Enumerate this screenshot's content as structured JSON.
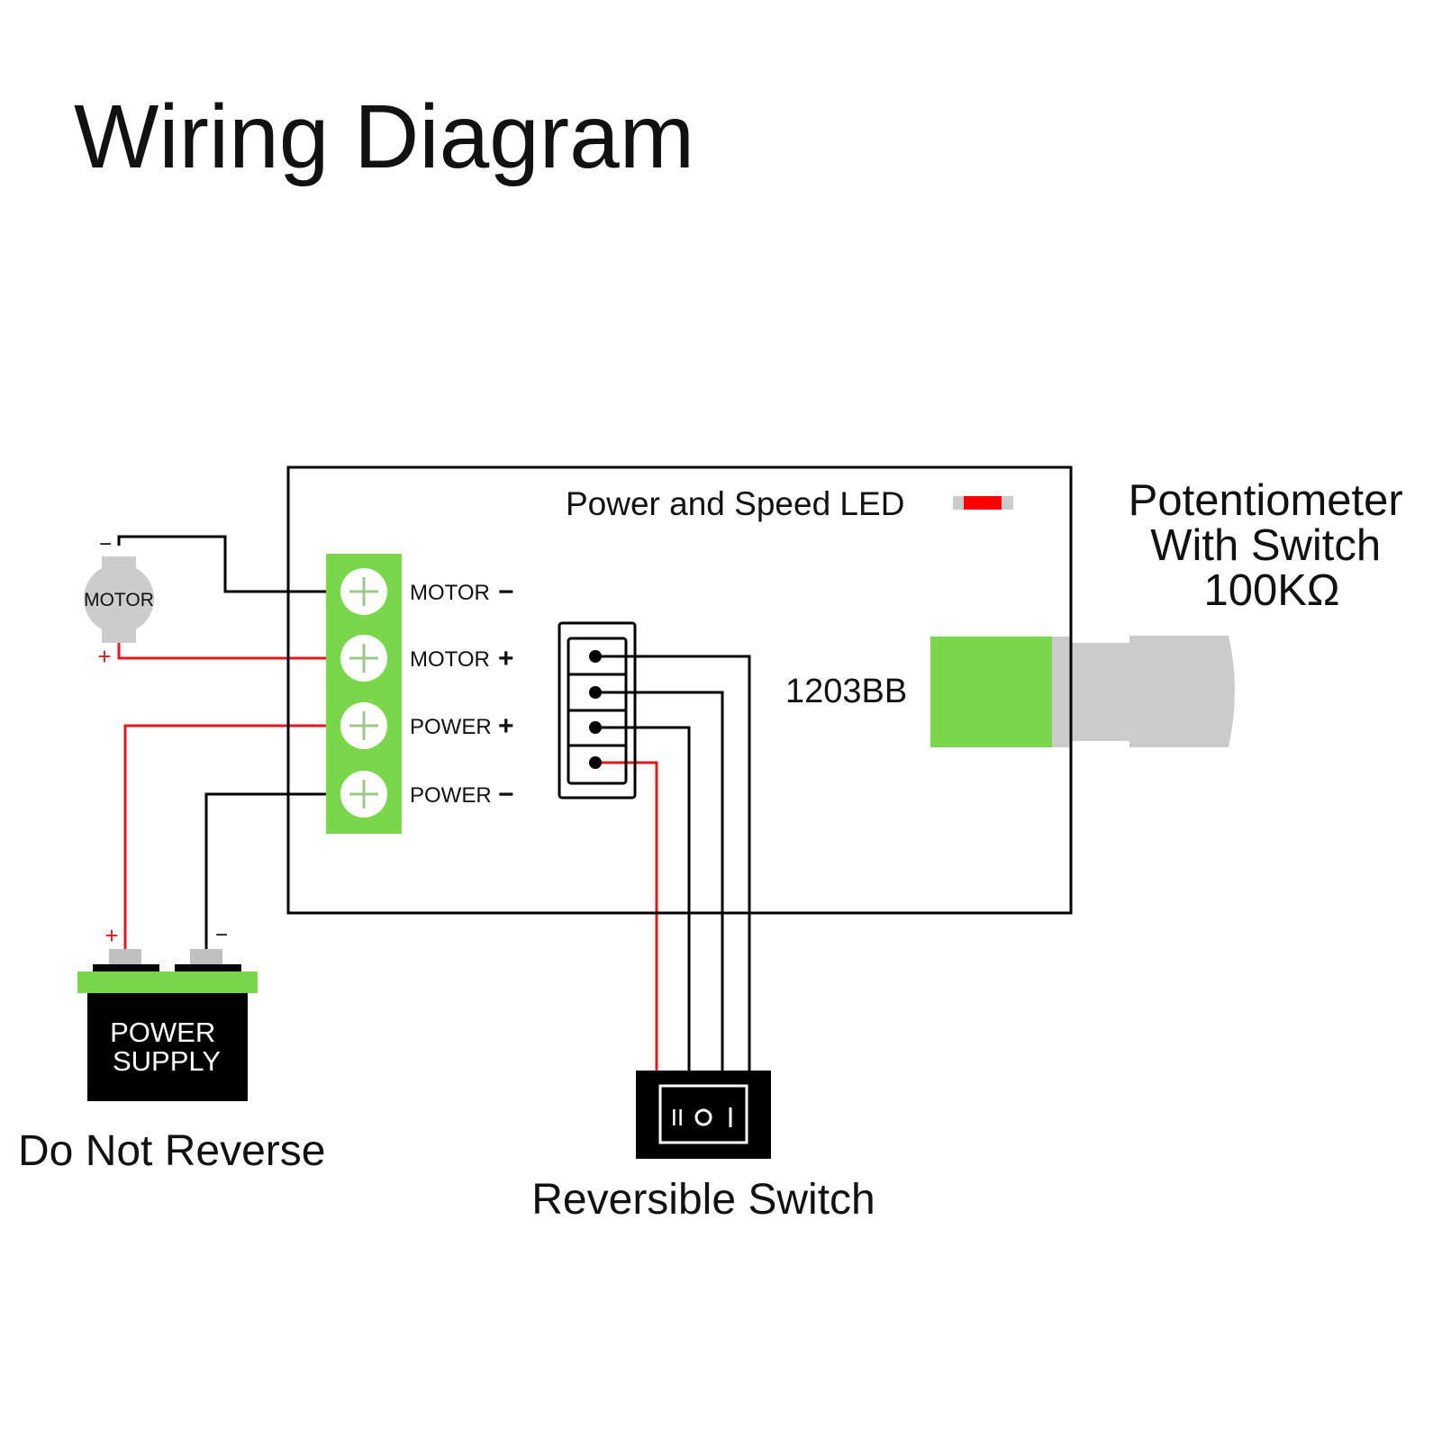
{
  "title": "Wiring Diagram",
  "colors": {
    "green": "#7ad64b",
    "red": "#e0191b",
    "gray": "#cccccc",
    "black": "#000000",
    "led_red": "#ff0000"
  },
  "board": {
    "led_label": "Power and Speed LED",
    "model": "1203BB",
    "terminals": [
      {
        "label": "MOTOR",
        "sign": "−",
        "wire": "black"
      },
      {
        "label": "MOTOR",
        "sign": "+",
        "wire": "red"
      },
      {
        "label": "POWER",
        "sign": "+",
        "wire": "red"
      },
      {
        "label": "POWER",
        "sign": "−",
        "wire": "black"
      }
    ],
    "connector_pins": 4
  },
  "motor": {
    "label": "MOTOR",
    "minus": "−",
    "plus": "+"
  },
  "power_supply": {
    "line1": "POWER",
    "line2": "SUPPLY",
    "plus": "+",
    "minus": "−",
    "caption": "Do Not Reverse"
  },
  "switch": {
    "symbols": [
      "II",
      "O",
      "I"
    ],
    "caption": "Reversible Switch"
  },
  "potentiometer": {
    "line1": "Potentiometer",
    "line2": "With Switch",
    "line3": "100KΩ"
  }
}
